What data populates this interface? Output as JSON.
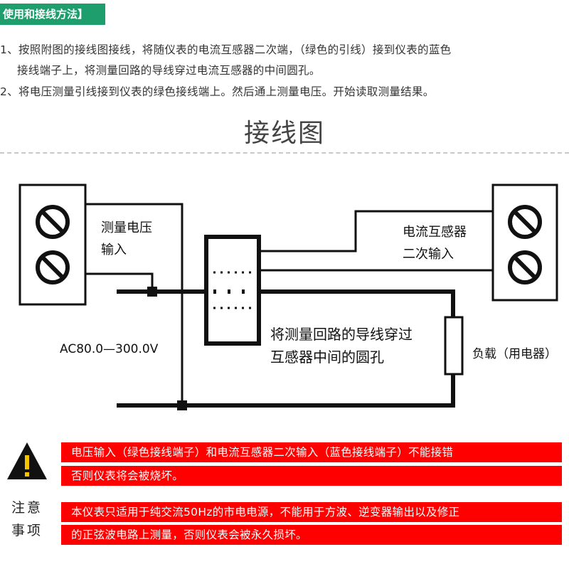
{
  "header": {
    "title": "使用和接线方法】"
  },
  "instructions": [
    {
      "num": "1、",
      "line1": "按照附图的接线图接线，将随仪表的电流互感器二次端，（绿色的引线）接到仪表的蓝色",
      "line2": "接线端子上，将测量回路的导线穿过电流互感器的中间圆孔。"
    },
    {
      "num": "2、",
      "line1": "将电压测量引线接到仪表的绿色接线端上。然后通上测量电压。开始读取测量结果。"
    }
  ],
  "diagram": {
    "title": "接线图",
    "left_terminal_label": [
      "测量电压",
      "输入"
    ],
    "right_terminal_label": [
      "电流互感器",
      "二次输入"
    ],
    "voltage_range": "AC80.0—300.0V",
    "ct_instruction": [
      "将测量回路的导线穿过",
      "互感器中间的圆孔"
    ],
    "load_label": "负载（用电器）"
  },
  "warnings": {
    "icon": "warning-triangle-icon",
    "note_label": [
      "注意",
      "事项"
    ],
    "lines": [
      "电压输入（绿色接线端子）和电流互感器二次输入（蓝色接线端子）不能接错",
      "否则仪表将会被烧坏。",
      "本仪表只适用于纯交流50Hz的市电电源，不能用于方波、逆变器输出以及修正",
      "的正弦波电路上测量，否则仪表会被永久损坏。"
    ]
  },
  "colors": {
    "header_bg": "#1f9e6d",
    "warning_bg": "#ff0000",
    "line": "#111111"
  }
}
